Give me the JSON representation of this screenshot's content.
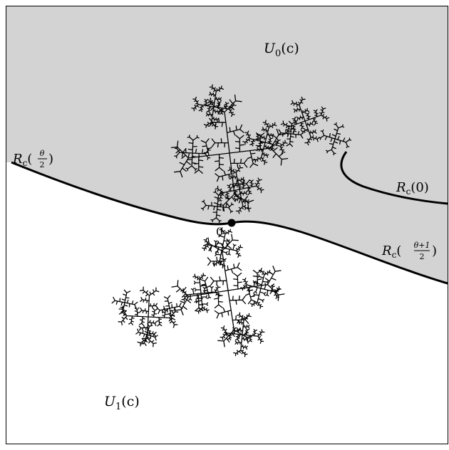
{
  "labels": {
    "u0": {
      "base": "U",
      "sub": "0",
      "arg": "(c)"
    },
    "u1": {
      "base": "U",
      "sub": "1",
      "arg": "(c)"
    },
    "origin": "0",
    "ray_theta_half": {
      "base": "R",
      "sub": "c",
      "open": "(",
      "num": "θ",
      "den": "2",
      "close": ")"
    },
    "ray_zero": {
      "base": "R",
      "sub": "c",
      "arg": "(0)"
    },
    "ray_theta_plus_one_half": {
      "base": "R",
      "sub": "c",
      "open": "(",
      "num": "θ+1",
      "den": "2",
      "close": ")"
    }
  },
  "colors": {
    "region_fill": "#d3d3d3",
    "background": "#ffffff",
    "curve": "#000000",
    "frame": "#000000"
  }
}
